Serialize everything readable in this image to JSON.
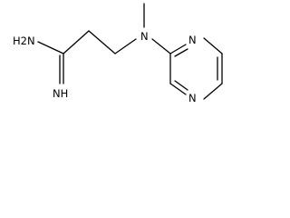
{
  "molecule": {
    "atoms": {
      "amine_nh2": "H2N",
      "imine_nh": "NH",
      "amine_n": "N",
      "ring_n_upper": "N",
      "ring_n_lower": "N"
    },
    "colors": {
      "bond": "#000000",
      "label": "#000000",
      "background": "#ffffff"
    }
  }
}
